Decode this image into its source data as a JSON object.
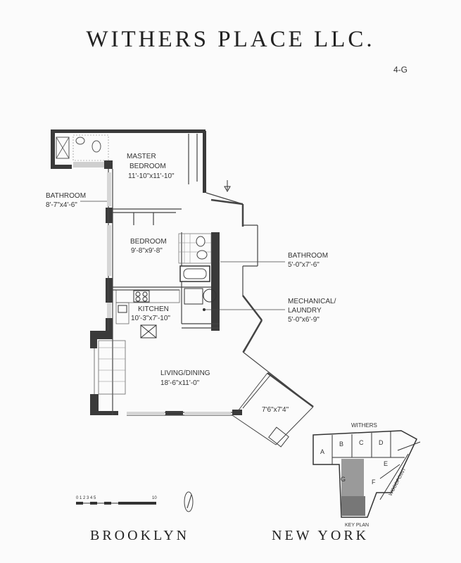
{
  "header": {
    "title": "WITHERS PLACE LLC.",
    "unit": "4-G"
  },
  "rooms": {
    "master_bedroom": {
      "name_line1": "MASTER",
      "name_line2": "BEDROOM",
      "dims": "11'-10\"x11'-10\""
    },
    "bathroom_left": {
      "name": "BATHROOM",
      "dims": "8'-7\"x4'-6\""
    },
    "bedroom": {
      "name": "BEDROOM",
      "dims": "9'-8\"x9'-8\""
    },
    "bathroom_right": {
      "name": "BATHROOM",
      "dims": "5'-0\"x7'-6\""
    },
    "mechanical": {
      "name_line1": "MECHANICAL/",
      "name_line2": "LAUNDRY",
      "dims": "5'-0\"x6'-9\""
    },
    "kitchen": {
      "name": "KITCHEN",
      "dims": "10'-3\"x7'-10\""
    },
    "living": {
      "name": "LIVING/DINING",
      "dims": "18'-6\"x11'-0\""
    },
    "balcony": {
      "dims": "7'6\"x7'4\""
    }
  },
  "key_plan": {
    "street_top": "WITHERS",
    "street_side": "WOODPOINT",
    "label": "KEY PLAN",
    "units": [
      "A",
      "B",
      "C",
      "D",
      "E",
      "F",
      "G"
    ]
  },
  "scale": {
    "start": "0",
    "end": "10",
    "marks": "0 1 2 3 4 5"
  },
  "footer": {
    "left": "BROOKLYN",
    "right": "NEW YORK"
  }
}
